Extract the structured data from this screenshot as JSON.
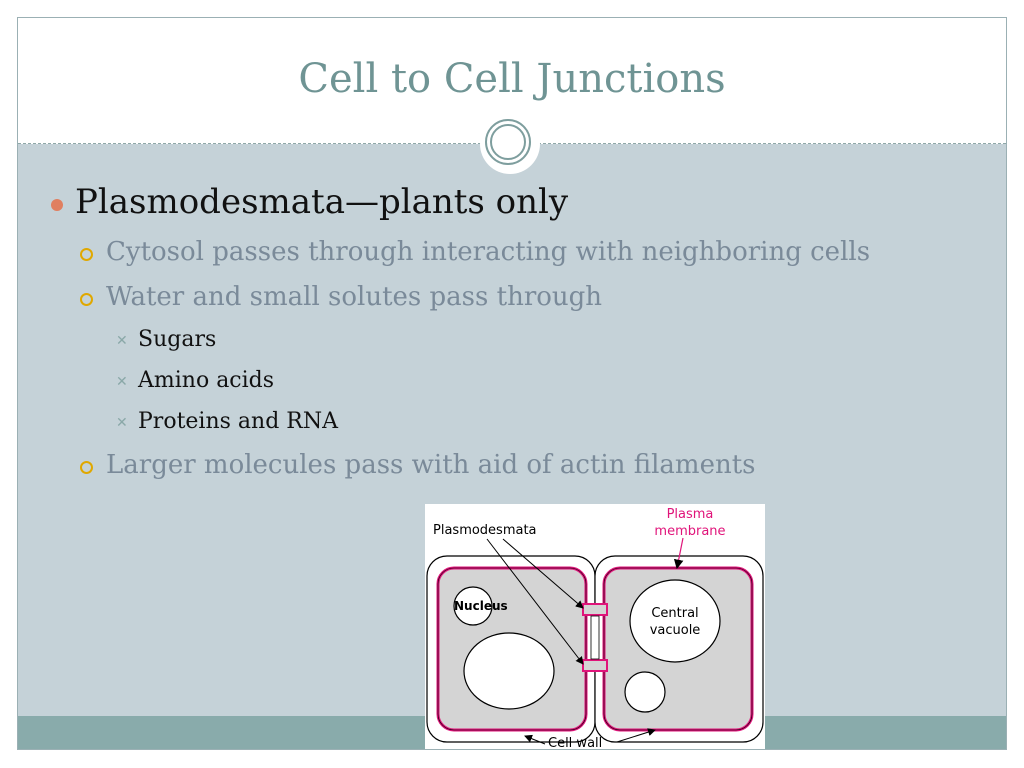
{
  "slide": {
    "title": "Cell to Cell Junctions",
    "bullets": {
      "main": "Plasmodesmata—plants only",
      "sub1": "Cytosol passes through interacting with neighboring cells",
      "sub2": "Water and small solutes pass through",
      "items": [
        "Sugars",
        "Amino acids",
        "Proteins and RNA"
      ],
      "sub3": "Larger molecules pass with aid of actin filaments"
    }
  },
  "diagram": {
    "labels": {
      "plasmodesmata": "Plasmodesmata",
      "plasma_membrane_line1": "Plasma",
      "plasma_membrane_line2": "membrane",
      "nucleus": "Nucleus",
      "central_vacuole_line1": "Central",
      "central_vacuole_line2": "vacuole",
      "cell_wall": "Cell wall"
    }
  },
  "colors": {
    "title": "#6f9494",
    "slide_background": "#c5d2d8",
    "footer_band": "#89abab",
    "bullet_main": "#e07f60",
    "bullet_sub": "#e0a800",
    "plasma_membrane": "#e0147a",
    "cytoplasm": "#d4d4d4"
  }
}
